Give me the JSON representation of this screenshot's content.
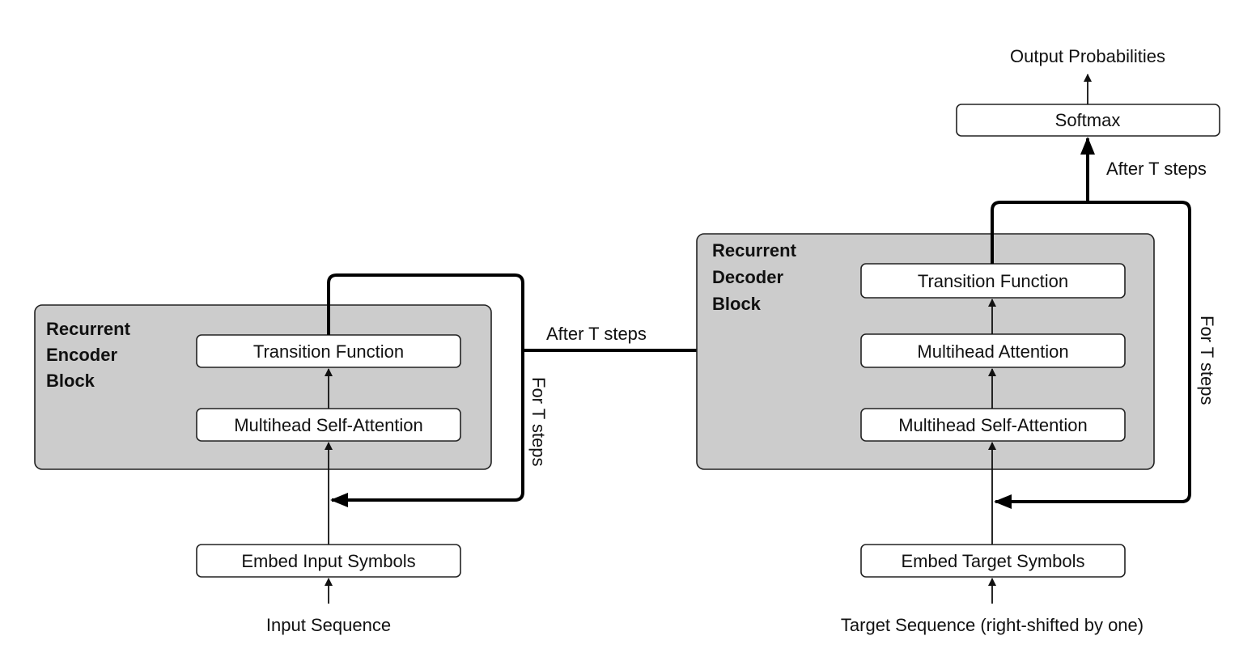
{
  "encoder": {
    "title_lines": [
      "Recurrent",
      "Encoder",
      "Block"
    ],
    "transition": "Transition Function",
    "self_attention": "Multihead Self-Attention",
    "embed": "Embed Input Symbols",
    "input": "Input Sequence",
    "loop_label": "For T steps"
  },
  "bridge": {
    "label": "After T steps"
  },
  "decoder": {
    "title_lines": [
      "Recurrent",
      "Decoder",
      "Block"
    ],
    "transition": "Transition Function",
    "attention": "Multihead Attention",
    "self_attention": "Multihead Self-Attention",
    "embed": "Embed Target Symbols",
    "input": "Target Sequence (right-shifted by one)",
    "loop_label": "For T steps"
  },
  "output": {
    "after_label": "After T steps",
    "softmax": "Softmax",
    "probabilities": "Output Probabilities"
  }
}
